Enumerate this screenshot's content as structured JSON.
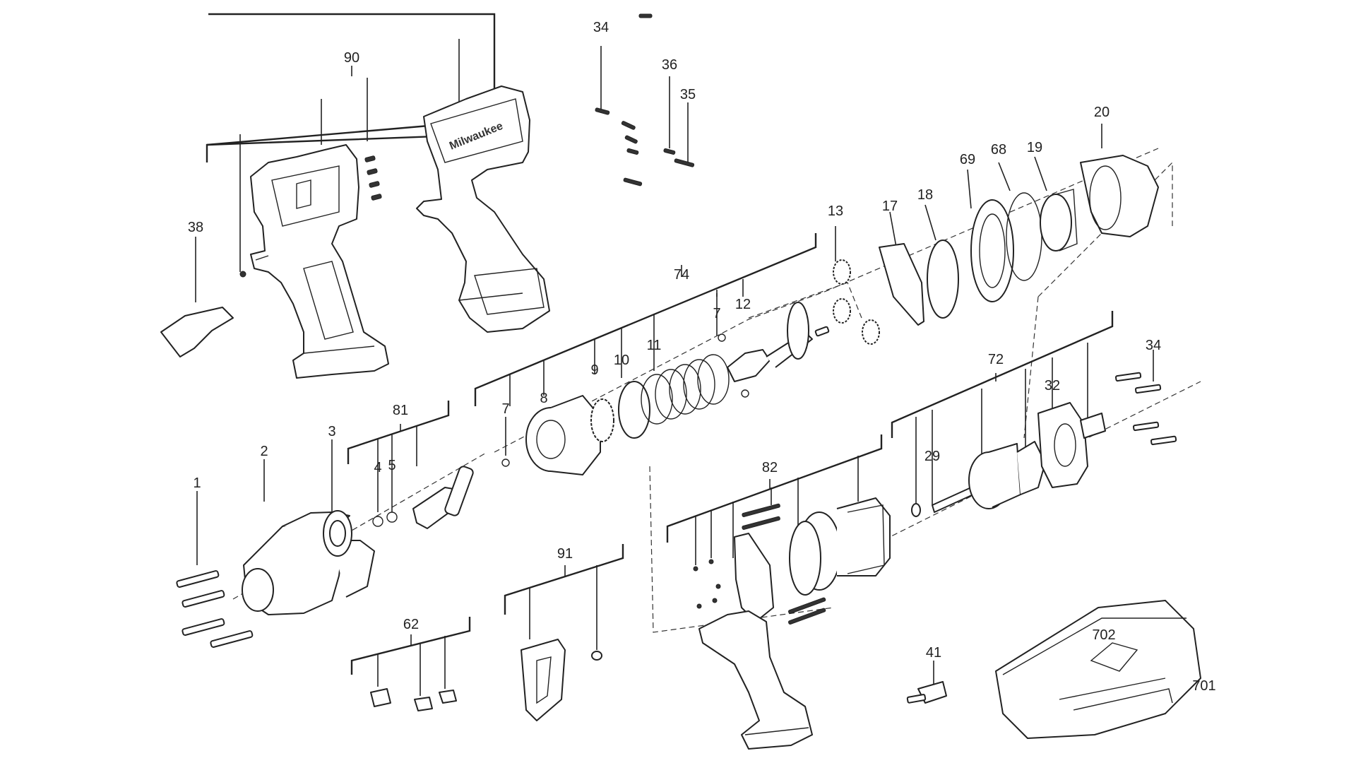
{
  "labels": {
    "l1": "1",
    "l2": "2",
    "l3": "3",
    "l4": "4",
    "l5": "5",
    "l7a": "7",
    "l7b": "7",
    "l8": "8",
    "l9": "9",
    "l10": "10",
    "l11": "11",
    "l12": "12",
    "l13": "13",
    "l17": "17",
    "l18": "18",
    "l19": "19",
    "l20": "20",
    "l29": "29",
    "l32": "32",
    "l34a": "34",
    "l34b": "34",
    "l35": "35",
    "l36": "36",
    "l38": "38",
    "l41": "41",
    "l62": "62",
    "l68": "68",
    "l69": "69",
    "l72": "72",
    "l74": "74",
    "l81": "81",
    "l82": "82",
    "l90": "90",
    "l91": "91",
    "l701": "701",
    "l702": "702"
  },
  "brand_mark": "Milwaukee"
}
